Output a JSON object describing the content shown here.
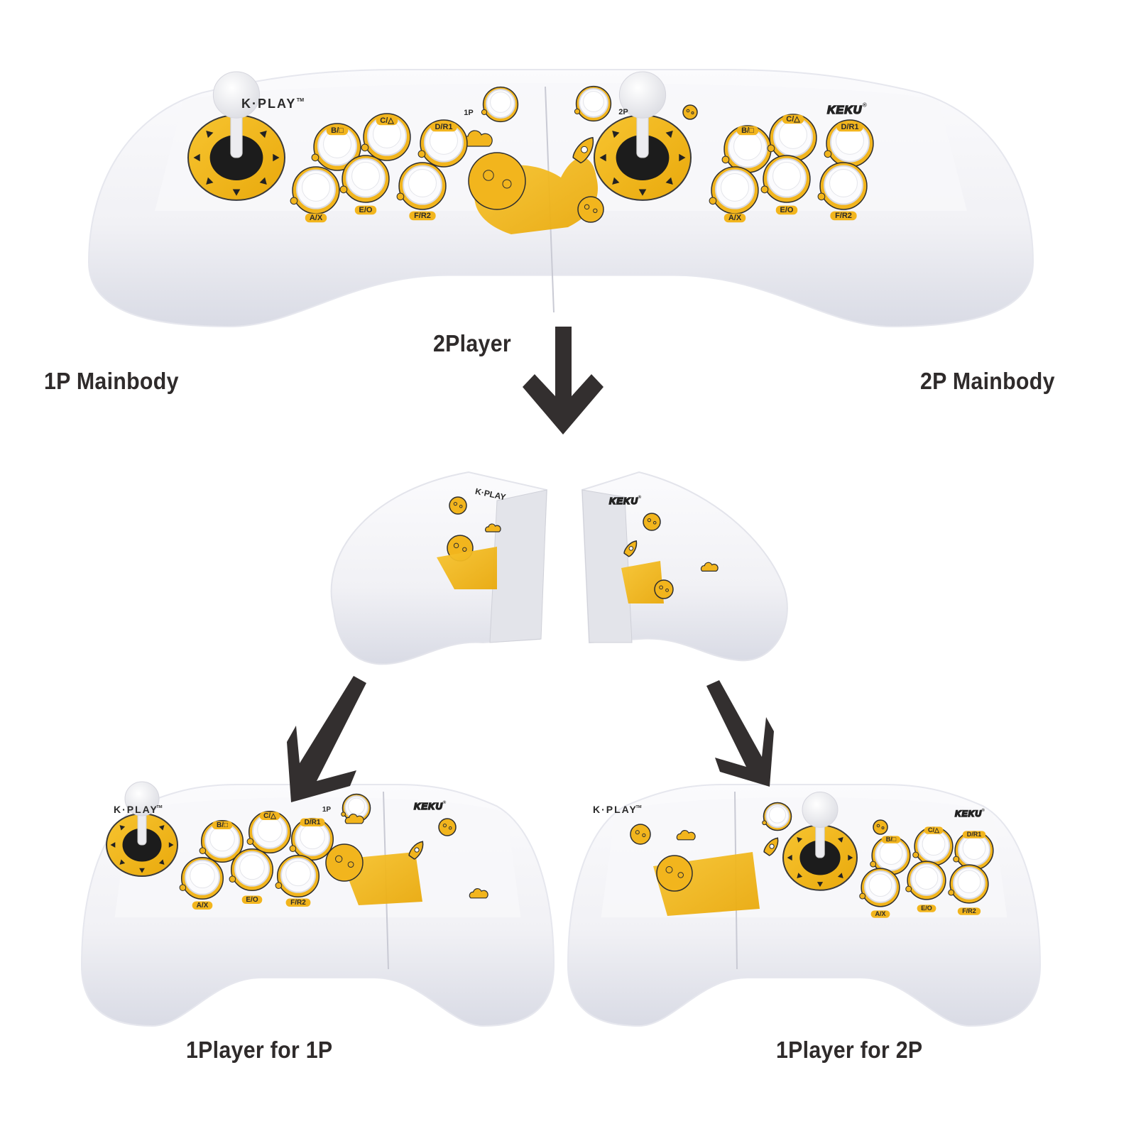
{
  "labels": {
    "top_left": "1P Mainbody",
    "top_right": "2P Mainbody",
    "middle": "2Player",
    "bottom_left": "1Player for 1P",
    "bottom_right": "1Player for 2P"
  },
  "brand": {
    "left_logo": "K·PLAY",
    "left_logo_mark": "TM",
    "right_logo": "KEKU",
    "right_logo_mark": "®"
  },
  "controller": {
    "button_labels": [
      "B/□",
      "C/△",
      "D/R1",
      "A/X",
      "E/O",
      "F/R2"
    ],
    "player_buttons": [
      "1P",
      "2P"
    ]
  },
  "colors": {
    "accent": "#f2b51d",
    "accent_dark": "#e0a100",
    "body": "#f4f4f7",
    "body_shadow": "#dcdde6",
    "arrow": "#332f2f",
    "text": "#2f2b2b",
    "stick": "#1c1c1c"
  }
}
